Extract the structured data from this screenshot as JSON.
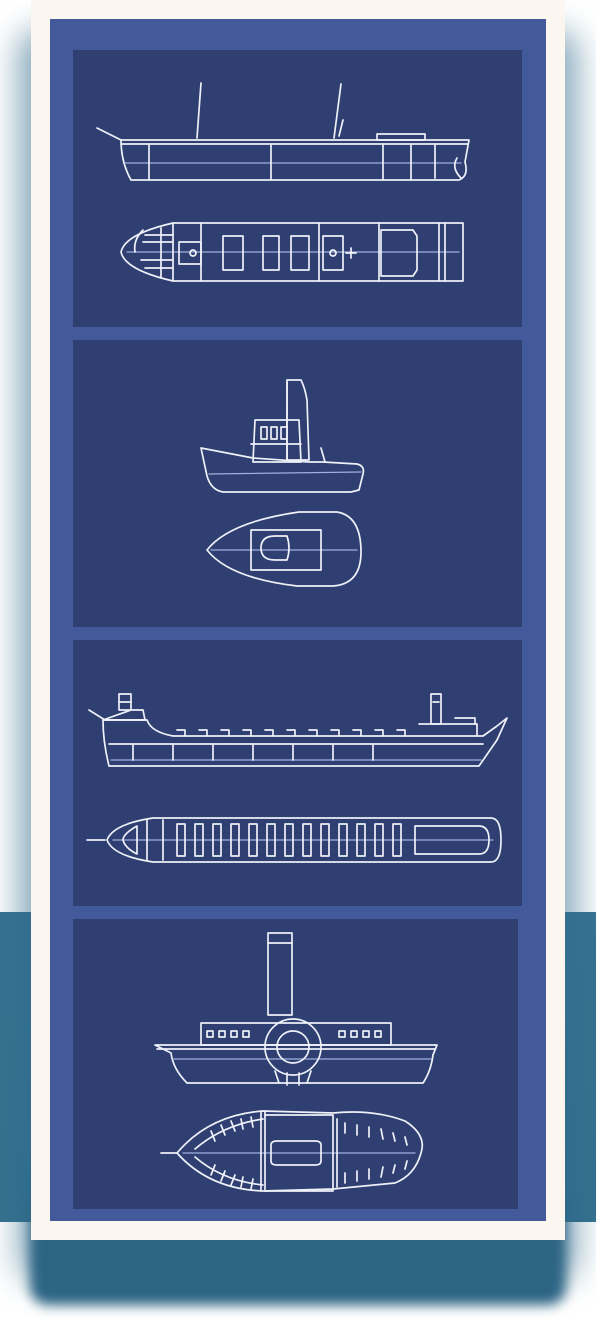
{
  "colors": {
    "page_background": "#ffffff",
    "shadow": "#2d6a8b",
    "frame": "#fbf6f0",
    "blueprint_border": "#42599a",
    "panel": "#2f3f72",
    "line": "#eef1f8",
    "centerline": "#9fb0dc"
  },
  "panels": [
    {
      "subject": "cargo steamer",
      "views": [
        "side-elevation",
        "deck-plan"
      ]
    },
    {
      "subject": "tugboat",
      "views": [
        "side-elevation",
        "deck-plan"
      ]
    },
    {
      "subject": "bulk-carrier",
      "views": [
        "side-elevation",
        "deck-plan"
      ]
    },
    {
      "subject": "paddle-steamer",
      "views": [
        "side-elevation",
        "deck-plan"
      ]
    }
  ]
}
